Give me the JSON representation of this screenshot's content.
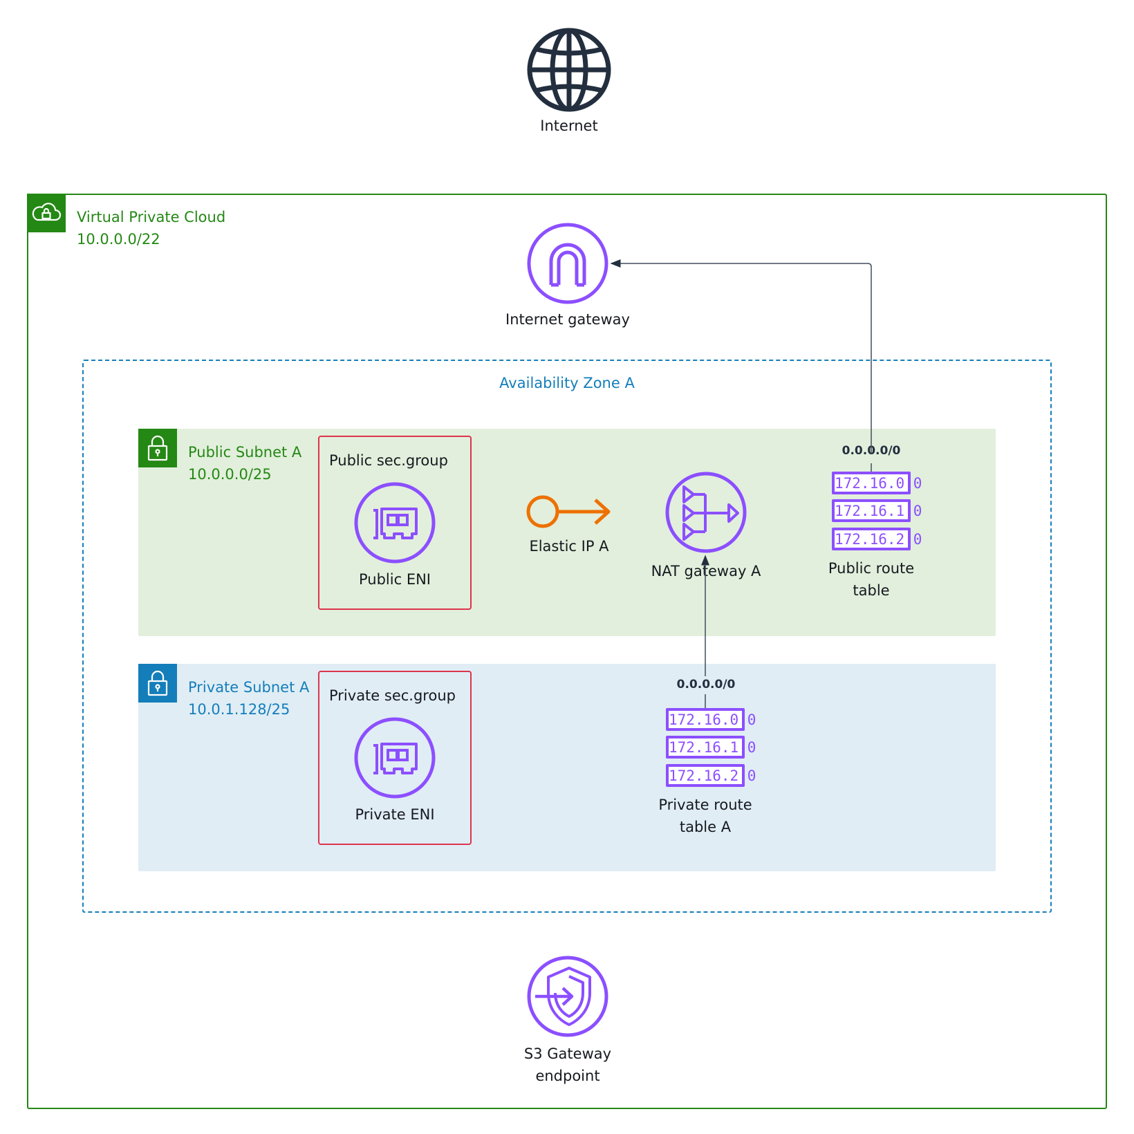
{
  "internet": {
    "label": "Internet"
  },
  "vpc": {
    "title": "Virtual Private Cloud",
    "cidr": "10.0.0.0/22",
    "color": "#248814"
  },
  "internet_gateway": {
    "label": "Internet gateway"
  },
  "availability_zone": {
    "label": "Availability Zone A",
    "color": "#147eba"
  },
  "public_subnet": {
    "title": "Public Subnet A",
    "cidr": "10.0.0.0/25",
    "color": "#248814",
    "fill": "#e2efdc"
  },
  "private_subnet": {
    "title": "Private Subnet A",
    "cidr": "10.0.1.128/25",
    "color": "#147eba",
    "fill": "#e0edf5"
  },
  "public_sg": {
    "label": "Public sec.group",
    "eni_label": "Public ENI"
  },
  "private_sg": {
    "label": "Private sec.group",
    "eni_label": "Private ENI"
  },
  "elastic_ip": {
    "label": "Elastic IP A"
  },
  "nat_gateway": {
    "label": "NAT gateway A"
  },
  "public_route_table": {
    "label_line1": "Public route",
    "label_line2": "table",
    "route": "0.0.0.0/0",
    "entries": [
      "172.16.0.0",
      "172.16.1.0",
      "172.16.2.0"
    ]
  },
  "private_route_table": {
    "label_line1": "Private route",
    "label_line2": "table A",
    "route": "0.0.0.0/0",
    "entries": [
      "172.16.0.0",
      "172.16.1.0",
      "172.16.2.0"
    ]
  },
  "s3_endpoint": {
    "label_line1": "S3 Gateway",
    "label_line2": "endpoint"
  },
  "colors": {
    "purple": "#8c4fff",
    "orange": "#ed7100",
    "red": "#dd344c",
    "dark": "#232f3e"
  }
}
